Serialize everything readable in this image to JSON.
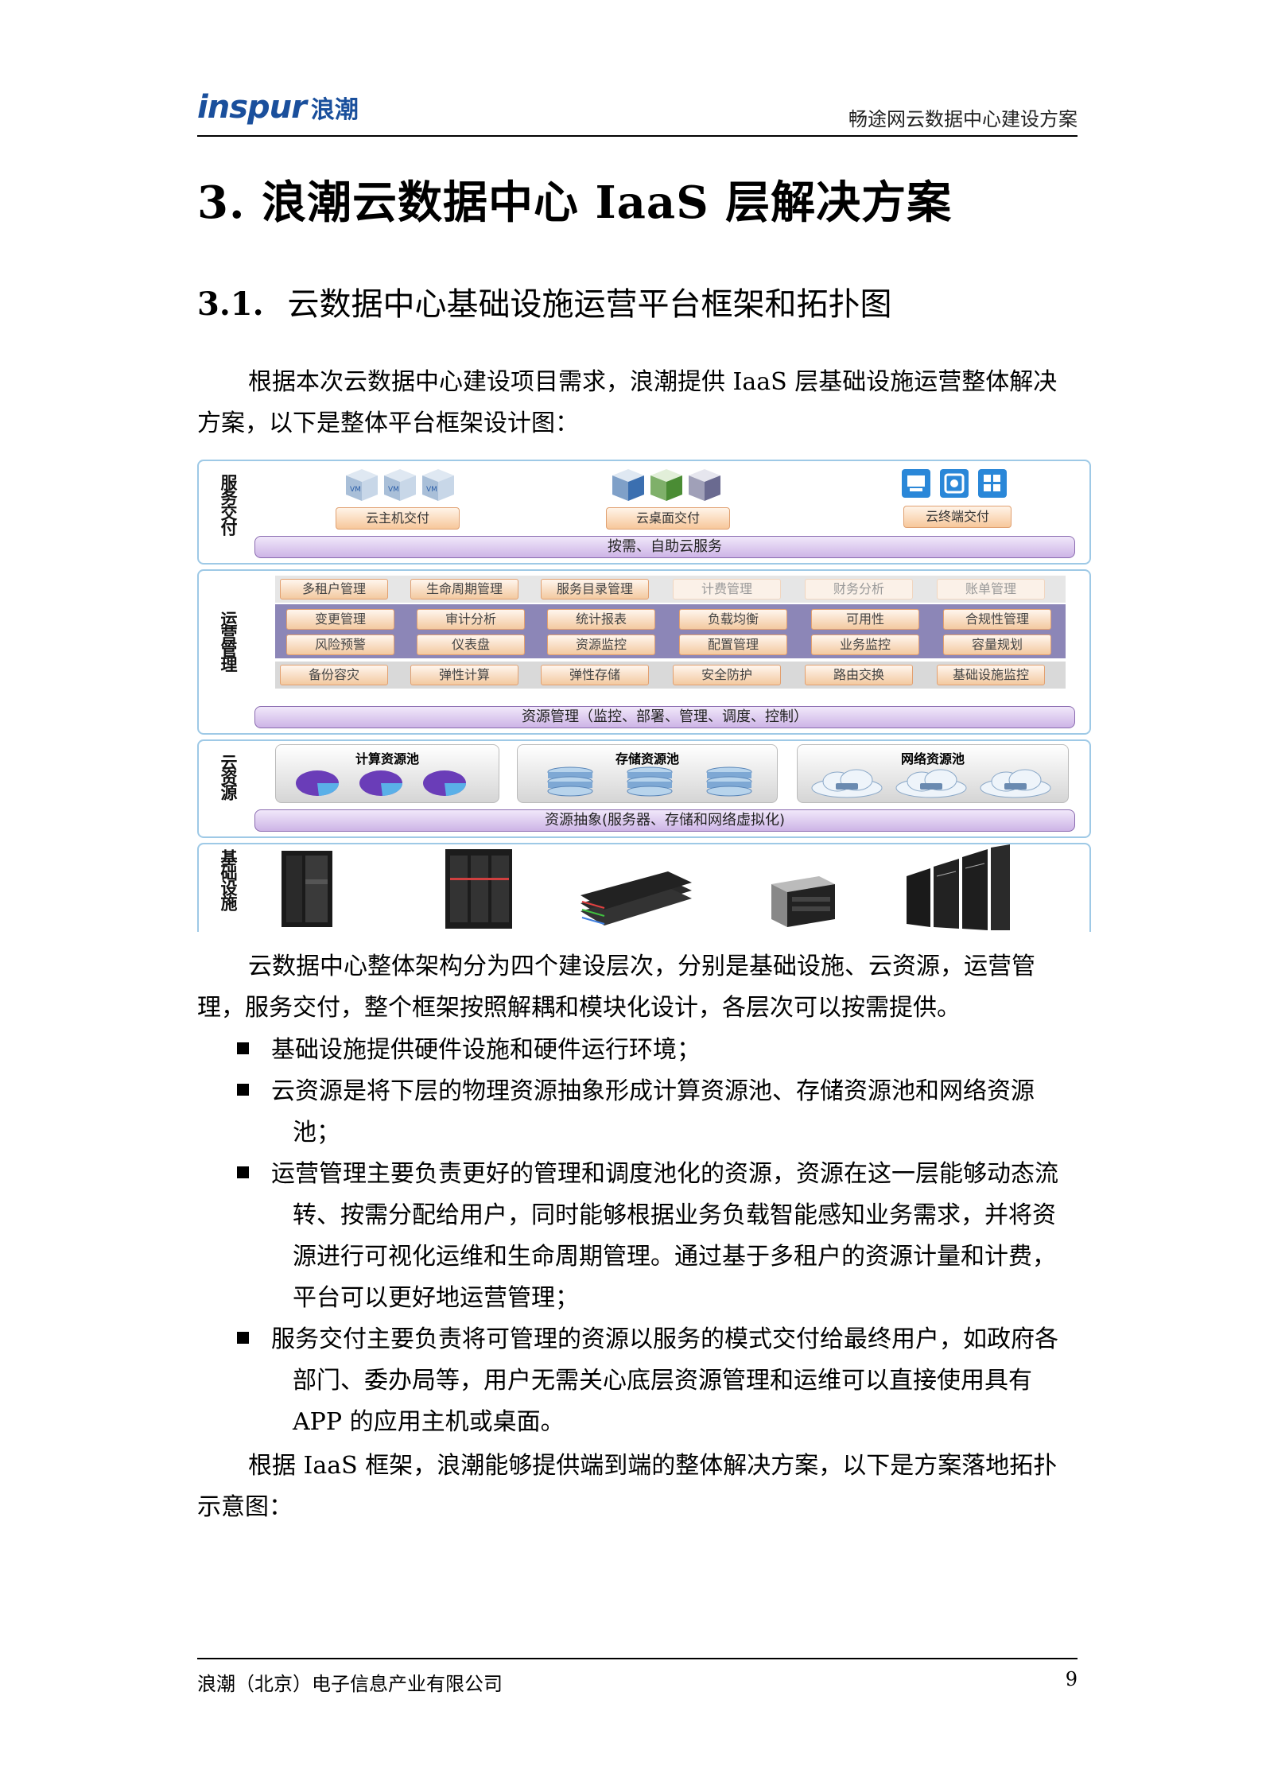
{
  "header": {
    "logo_text": "inspur",
    "logo_cn": "浪潮",
    "doc_title": "畅途网云数据中心建设方案"
  },
  "heading1": "3. 浪潮云数据中心 IaaS 层解决方案",
  "heading2": {
    "number": "3.1.",
    "text": "云数据中心基础设施运营平台框架和拓扑图"
  },
  "para1": "根据本次云数据中心建设项目需求，浪潮提供 IaaS 层基础设施运营整体解决方案，以下是整体平台框架设计图：",
  "diagram": {
    "service_layer": {
      "label": "服务交付",
      "tags": [
        "云主机交付",
        "云桌面交付",
        "云终端交付"
      ],
      "vm_label": "VM",
      "bar": "按需、自助云服务"
    },
    "ops_layer": {
      "label": "运营管理",
      "row1": [
        "多租户管理",
        "生命周期管理",
        "服务目录管理",
        "计费管理",
        "财务分析",
        "账单管理"
      ],
      "row2": [
        "变更管理",
        "审计分析",
        "统计报表",
        "负载均衡",
        "可用性",
        "合规性管理"
      ],
      "row3": [
        "风险预警",
        "仪表盘",
        "资源监控",
        "配置管理",
        "业务监控",
        "容量规划"
      ],
      "row4": [
        "备份容灾",
        "弹性计算",
        "弹性存储",
        "安全防护",
        "路由交换",
        "基础设施监控"
      ],
      "bar": "资源管理（监控、部署、管理、调度、控制）"
    },
    "cloud_layer": {
      "label": "云资源",
      "pools": [
        "计算资源池",
        "存储资源池",
        "网络资源池"
      ],
      "bar": "资源抽象(服务器、存储和网络虚拟化)"
    },
    "infra_layer": {
      "label": "基础设施"
    },
    "colors": {
      "border": "#9ec9e6",
      "purple": "#8a6bb0",
      "orange": "#e0a070",
      "pie_blue": "#4a7fd0",
      "pie_purple": "#6a3db8"
    }
  },
  "para2": "云数据中心整体架构分为四个建设层次，分别是基础设施、云资源，运营管理，服务交付，整个框架按照解耦和模块化设计，各层次可以按需提供。",
  "bullets": [
    "基础设施提供硬件设施和硬件运行环境；",
    "云资源是将下层的物理资源抽象形成计算资源池、存储资源池和网络资源池；",
    "运营管理主要负责更好的管理和调度池化的资源，资源在这一层能够动态流转、按需分配给用户，同时能够根据业务负载智能感知业务需求，并将资源进行可视化运维和生命周期管理。通过基于多租户的资源计量和计费，平台可以更好地运营管理；",
    "服务交付主要负责将可管理的资源以服务的模式交付给最终用户，如政府各部门、委办局等，用户无需关心底层资源管理和运维可以直接使用具有 APP 的应用主机或桌面。"
  ],
  "para3": "根据 IaaS 框架，浪潮能够提供端到端的整体解决方案，以下是方案落地拓扑示意图：",
  "footer": {
    "company": "浪潮（北京）电子信息产业有限公司",
    "page": "9"
  }
}
